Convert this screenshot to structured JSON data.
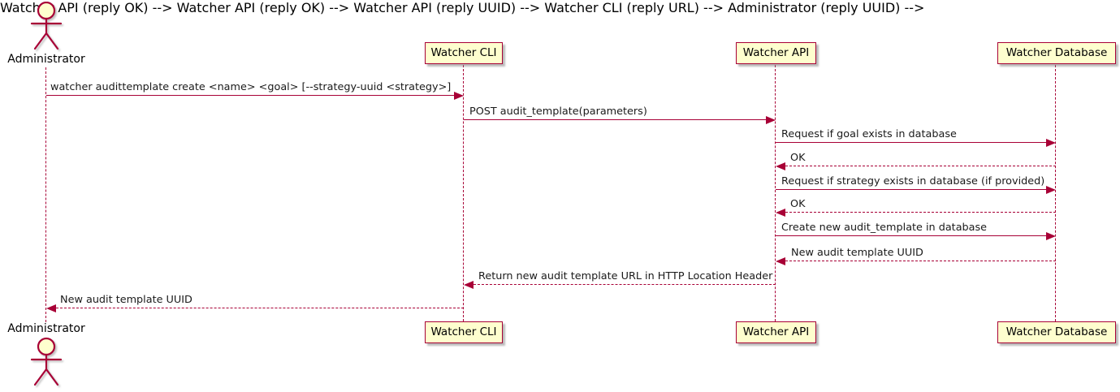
{
  "diagram": {
    "type": "sequence-diagram",
    "colors": {
      "line": "#A80036",
      "participant_fill": "#FEFECE",
      "text": "#000000"
    },
    "actor": {
      "label": "Administrator"
    },
    "participants": [
      {
        "label": "Watcher CLI"
      },
      {
        "label": "Watcher API"
      },
      {
        "label": "Watcher Database"
      }
    ],
    "messages": [
      {
        "from": "Administrator",
        "to": "Watcher CLI",
        "style": "solid",
        "label": "watcher audittemplate create <name> <goal> [--strategy-uuid <strategy>]"
      },
      {
        "from": "Watcher CLI",
        "to": "Watcher API",
        "style": "solid",
        "label": "POST audit_template(parameters)"
      },
      {
        "from": "Watcher API",
        "to": "Watcher Database",
        "style": "solid",
        "label": "Request if goal exists in database"
      },
      {
        "from": "Watcher Database",
        "to": "Watcher API",
        "style": "dashed",
        "label": "OK"
      },
      {
        "from": "Watcher API",
        "to": "Watcher Database",
        "style": "solid",
        "label": "Request if strategy exists in database (if provided)"
      },
      {
        "from": "Watcher Database",
        "to": "Watcher API",
        "style": "dashed",
        "label": "OK"
      },
      {
        "from": "Watcher API",
        "to": "Watcher Database",
        "style": "solid",
        "label": "Create new audit_template in database"
      },
      {
        "from": "Watcher Database",
        "to": "Watcher API",
        "style": "dashed",
        "label": "New audit template UUID"
      },
      {
        "from": "Watcher API",
        "to": "Watcher CLI",
        "style": "dashed",
        "label": "Return new audit template URL in HTTP Location Header"
      },
      {
        "from": "Watcher CLI",
        "to": "Administrator",
        "style": "dashed",
        "label": "New audit template UUID"
      }
    ]
  }
}
